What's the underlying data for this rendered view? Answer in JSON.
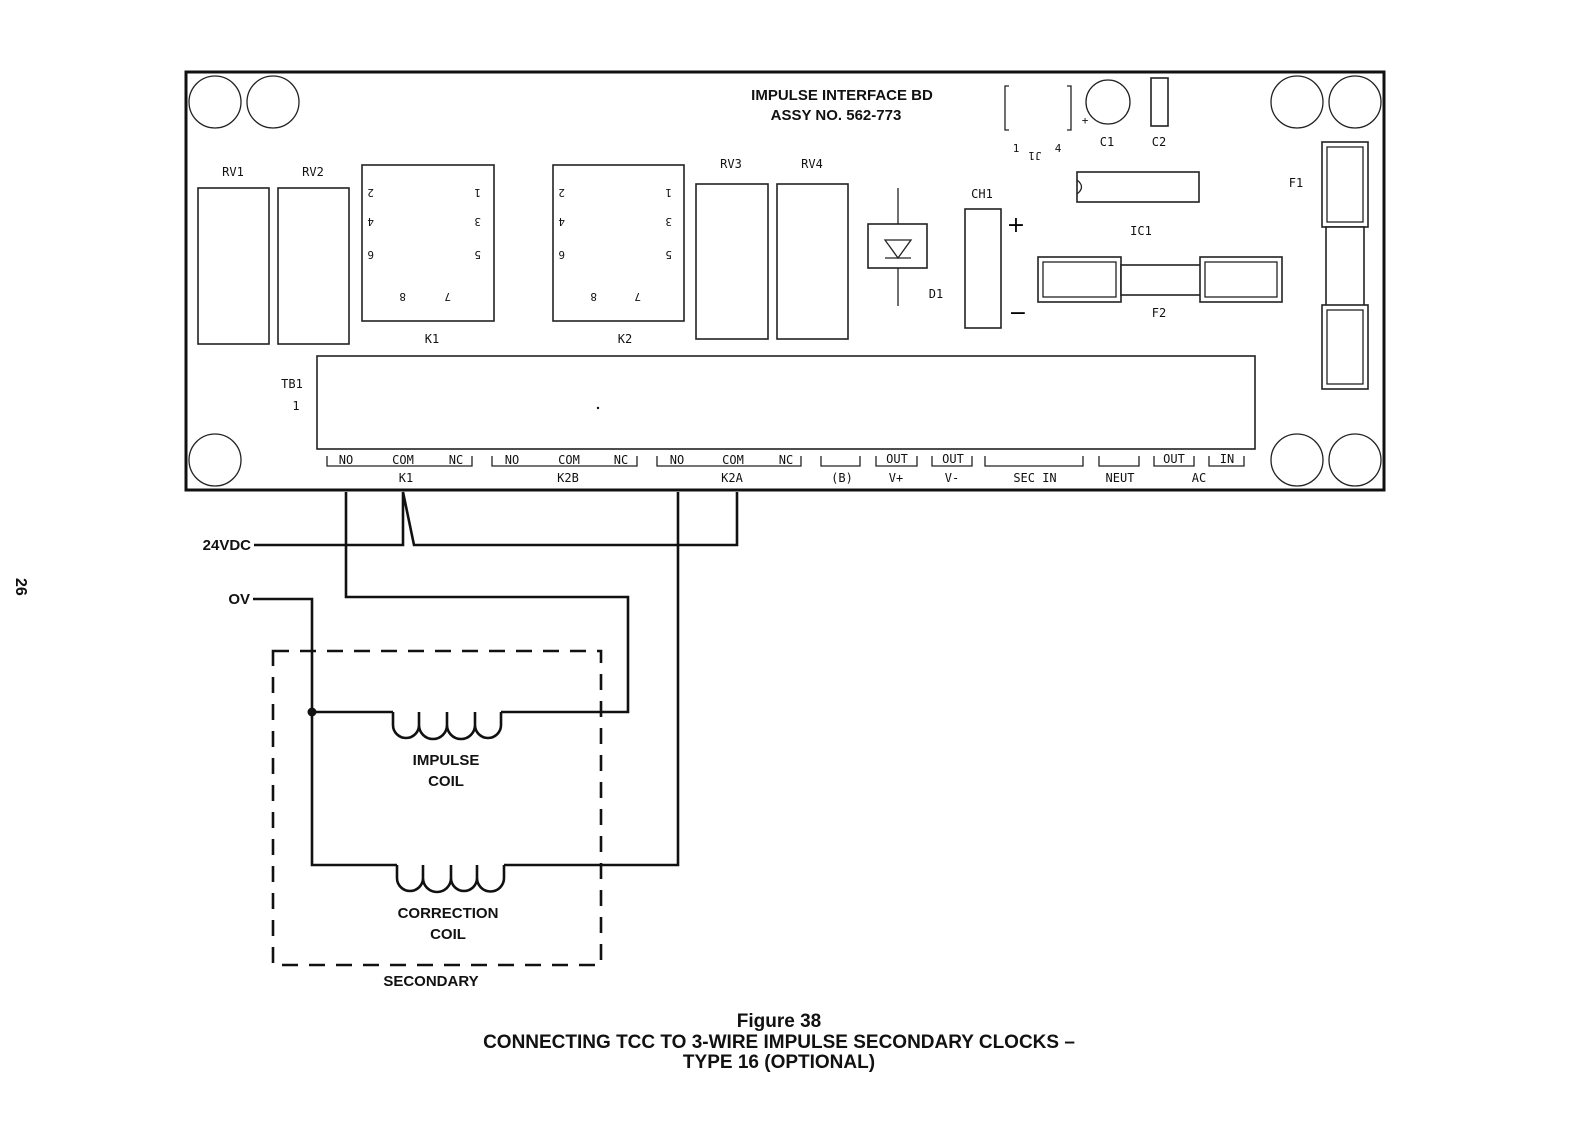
{
  "page_number": "26",
  "board": {
    "title_line1": "IMPULSE INTERFACE BD",
    "title_line2": "ASSY NO. 562-773",
    "components": {
      "rv1": "RV1",
      "rv2": "RV2",
      "rv3": "RV3",
      "rv4": "RV4",
      "k1": "K1",
      "k2": "K2",
      "ch1": "CH1",
      "d1": "D1",
      "ic1": "IC1",
      "f1": "F1",
      "f2": "F2",
      "c1": "C1",
      "c2": "C2",
      "j1": "J1",
      "j1_pin1": "1",
      "j1_pin4": "4",
      "c1_plus": "+",
      "tb1": "TB1",
      "tb1_pin": "1",
      "ch1_plus": "+",
      "ch1_minus": "−"
    },
    "relay_pins": [
      "2",
      "1",
      "4",
      "3",
      "6",
      "5",
      "8",
      "7"
    ],
    "terminals": {
      "k1_no": "NO",
      "k1_com": "COM",
      "k1_nc": "NC",
      "k1_group": "K1",
      "k2b_no": "NO",
      "k2b_com": "COM",
      "k2b_nc": "NC",
      "k2b_group": "K2B",
      "k2a_no": "NO",
      "k2a_com": "COM",
      "k2a_nc": "NC",
      "k2a_group": "K2A",
      "b_group": "(B)",
      "vplus_out": "OUT",
      "vplus_group": "V+",
      "vminus_out": "OUT",
      "vminus_group": "V-",
      "sec_in_group": "SEC IN",
      "neut_group": "NEUT",
      "ac_out": "OUT",
      "ac_in": "IN",
      "ac_group": "AC"
    }
  },
  "wiring": {
    "supply_24v": "24VDC",
    "supply_0v": "OV",
    "impulse_coil_line1": "IMPULSE",
    "impulse_coil_line2": "COIL",
    "correction_coil_line1": "CORRECTION",
    "correction_coil_line2": "COIL",
    "secondary_label": "SECONDARY"
  },
  "caption": {
    "figure": "Figure 38",
    "line1": "CONNECTING TCC TO 3-WIRE IMPULSE SECONDARY CLOCKS –",
    "line2": "TYPE 16 (OPTIONAL)"
  }
}
